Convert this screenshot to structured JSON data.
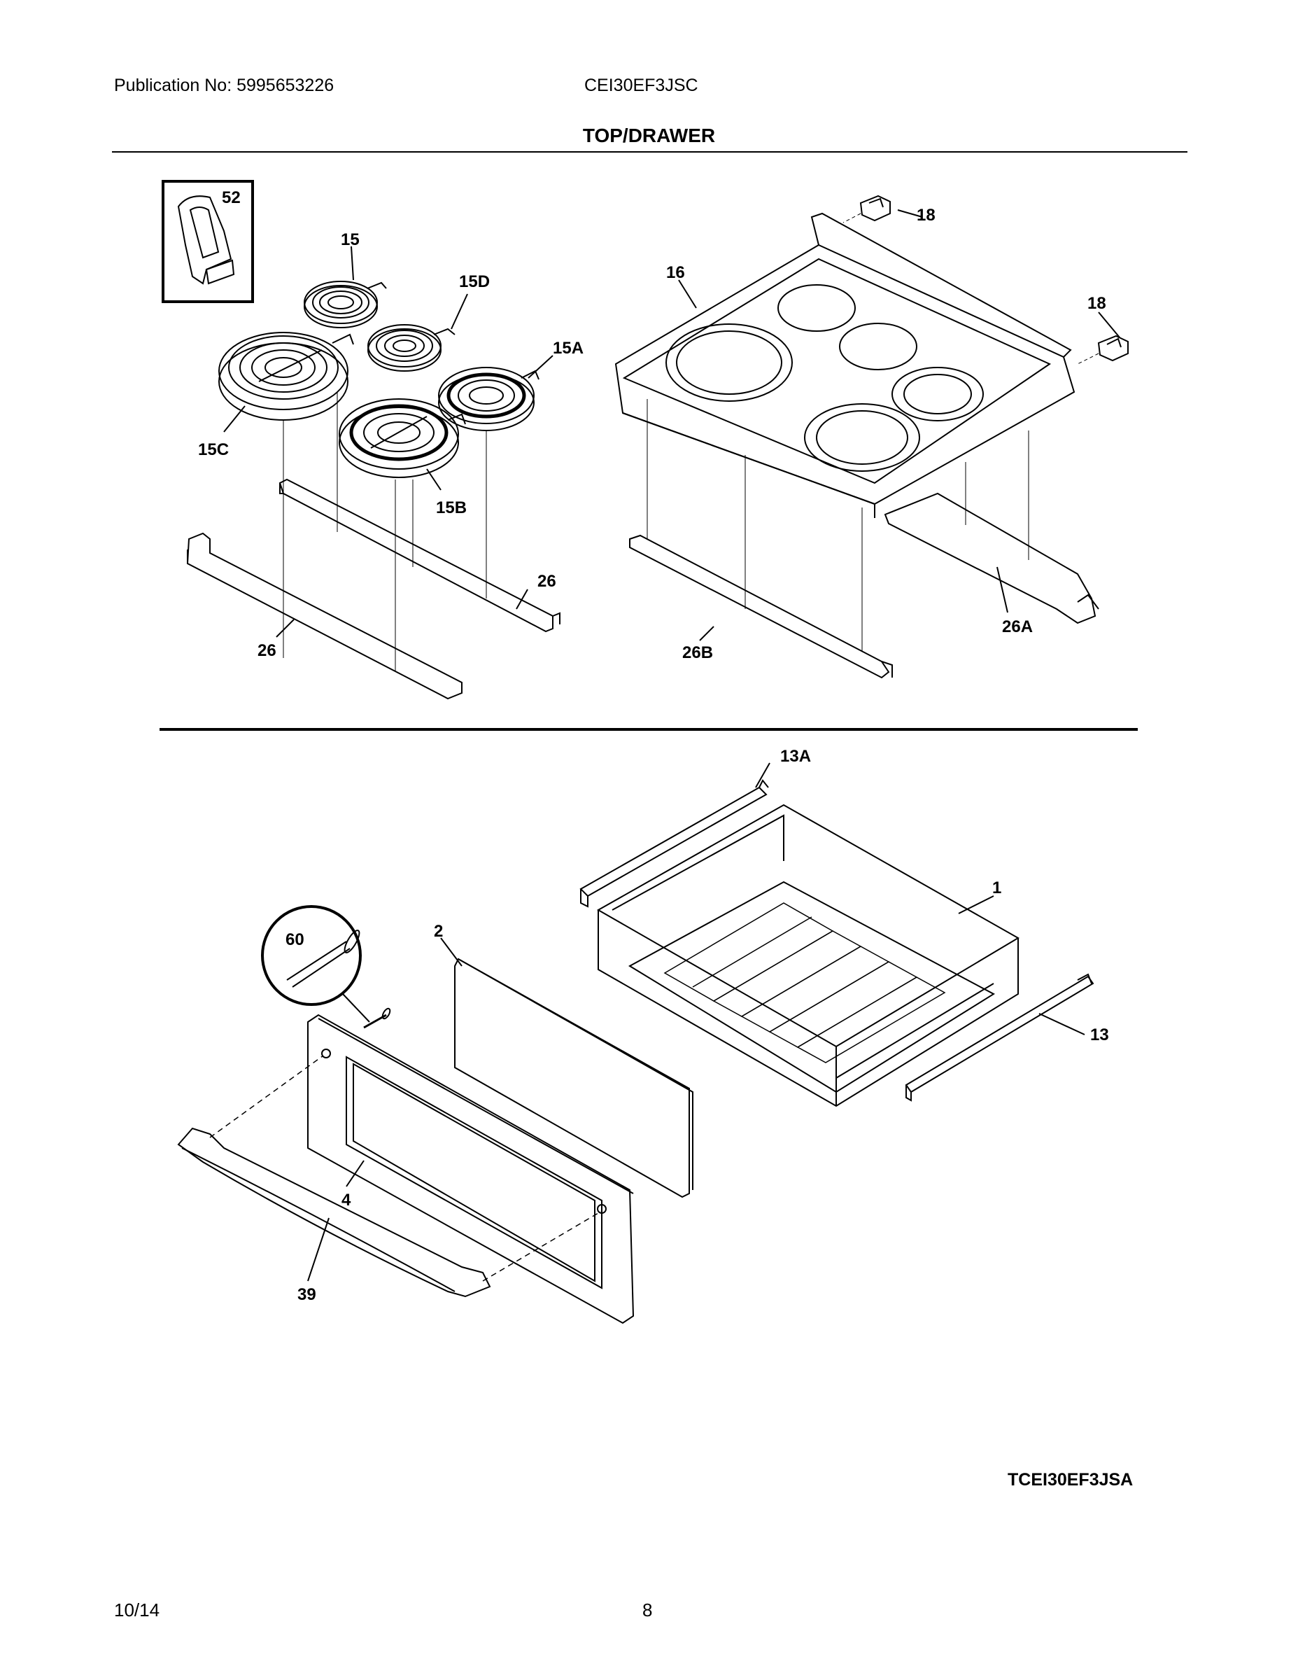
{
  "header": {
    "publication": "Publication No: 5995653226",
    "model": "CEI30EF3JSC",
    "section_title": "TOP/DRAWER"
  },
  "callouts": {
    "c52": "52",
    "c15": "15",
    "c15d": "15D",
    "c15a": "15A",
    "c15c": "15C",
    "c15b": "15B",
    "c16": "16",
    "c18a": "18",
    "c18b": "18",
    "c26a": "26",
    "c26b": "26",
    "c26A": "26A",
    "c26B": "26B",
    "c13A": "13A",
    "c1": "1",
    "c2": "2",
    "c60": "60",
    "c13": "13",
    "c4": "4",
    "c39": "39"
  },
  "diagram_code": "TCEI30EF3JSA",
  "footer": {
    "date": "10/14",
    "page": "8"
  }
}
